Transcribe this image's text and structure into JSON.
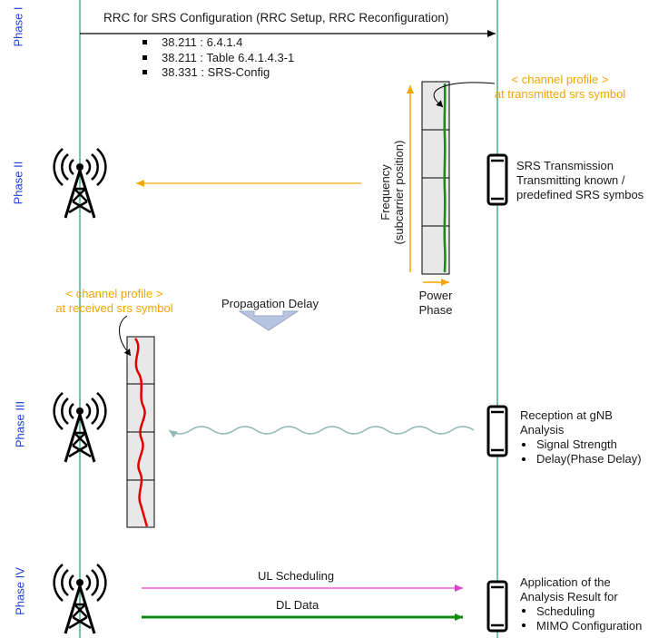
{
  "phases": [
    "Phase I",
    "Phase II",
    "Phase III",
    "Phase IV"
  ],
  "rrc": {
    "title": "RRC for SRS Configuration (RRC Setup, RRC Reconfiguration)",
    "bullets": [
      "38.211 : 6.4.1.4",
      "38.211 : Table 6.4.1.4.3-1",
      "38.331 : SRS-Config"
    ]
  },
  "tx_profile": {
    "line1": "< channel profile >",
    "line2": "at transmitted srs symbol"
  },
  "frequency_axis": {
    "line1": "Frequency",
    "line2": "(subcarrier position)"
  },
  "power_phase": {
    "line1": "Power",
    "line2": "Phase"
  },
  "srs_tx": [
    "SRS Transmission",
    "Transmitting known /",
    "predefined SRS symbos"
  ],
  "rx_profile": {
    "line1": "< channel profile >",
    "line2": "at received srs symbol"
  },
  "propagation_delay": "Propagation Delay",
  "reception": {
    "title": [
      "Reception at gNB",
      "Analysis"
    ],
    "bullets": [
      "Signal Strength",
      "Delay(Phase Delay)"
    ]
  },
  "application": {
    "title": [
      "Application of the",
      "Analysis Result for"
    ],
    "bullets": [
      "Scheduling",
      "MIMO Configuration"
    ]
  },
  "ul_scheduling": "UL Scheduling",
  "dl_data": "DL Data",
  "colors": {
    "lifeline": "#1a9a7a",
    "phase_label": "#1f3fd6",
    "orange": "#f2a600",
    "tx_curve": "#1a8a1a",
    "rx_curve": "#e00000",
    "ul_arrow": "#e040d0",
    "dl_arrow": "#118a11",
    "wave": "#8fb8b8",
    "delay_arrow": "#b8c4e0"
  }
}
